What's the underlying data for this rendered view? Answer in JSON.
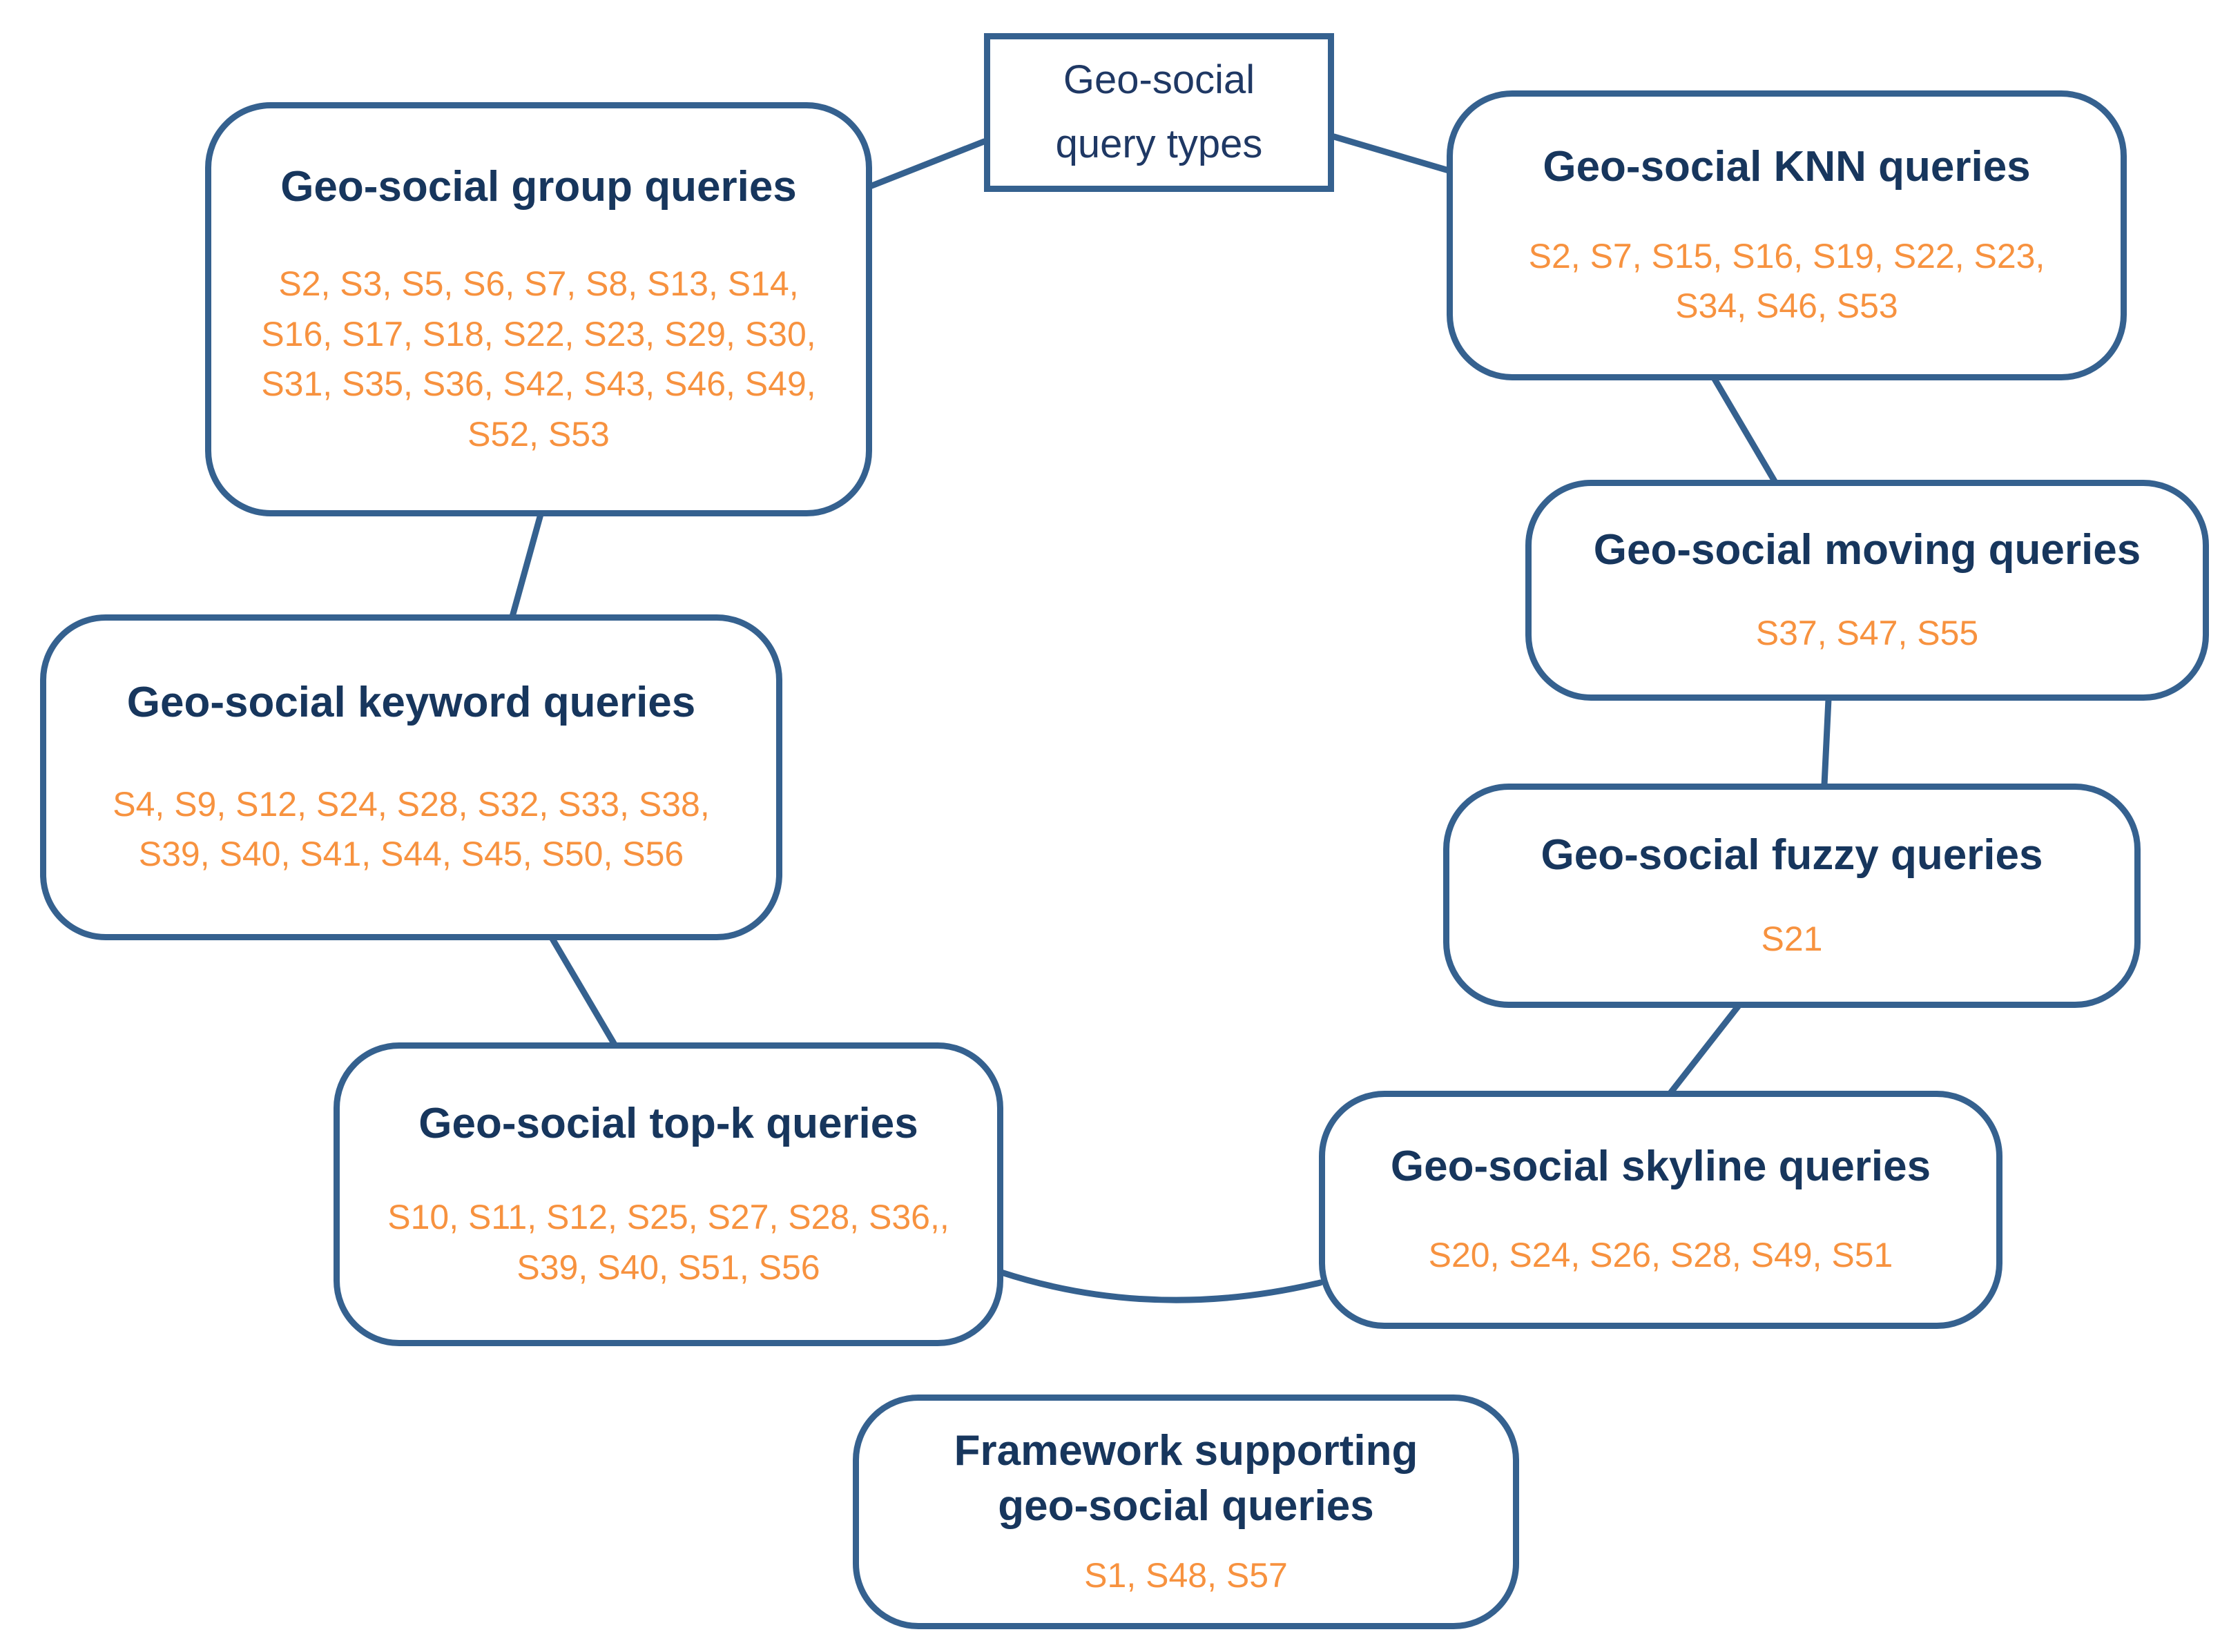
{
  "diagram": {
    "center": {
      "title": "Geo-social\nquery types"
    },
    "nodes": [
      {
        "key": "group",
        "title": "Geo-social group queries",
        "ids": "S2, S3, S5, S6, S7, S8, S13, S14,\nS16, S17, S18, S22, S23, S29, S30,\nS31, S35, S36, S42, S43, S46, S49,\nS52, S53"
      },
      {
        "key": "knn",
        "title": "Geo-social KNN queries",
        "ids": "S2, S7, S15, S16, S19, S22, S23,\nS34, S46, S53"
      },
      {
        "key": "moving",
        "title": "Geo-social moving queries",
        "ids": "S37, S47, S55"
      },
      {
        "key": "fuzzy",
        "title": "Geo-social fuzzy queries",
        "ids": "S21"
      },
      {
        "key": "skyline",
        "title": "Geo-social skyline queries",
        "ids": "S20, S24, S26, S28, S49, S51"
      },
      {
        "key": "keyword",
        "title": "Geo-social keyword queries",
        "ids": "S4, S9, S12, S24, S28, S32, S33, S38,\nS39, S40, S41, S44, S45, S50, S56"
      },
      {
        "key": "topk",
        "title": "Geo-social top-k queries",
        "ids": "S10, S11, S12, S25, S27, S28, S36,,\nS39, S40, S51, S56"
      },
      {
        "key": "framework",
        "title": "Framework supporting\ngeo-social queries",
        "ids": "S1, S48, S57"
      }
    ],
    "colors": {
      "border_blue": "#35618f",
      "title_navy": "#17365d",
      "center_text_blue": "#1f3864",
      "ids_orange": "#f7923f"
    }
  }
}
